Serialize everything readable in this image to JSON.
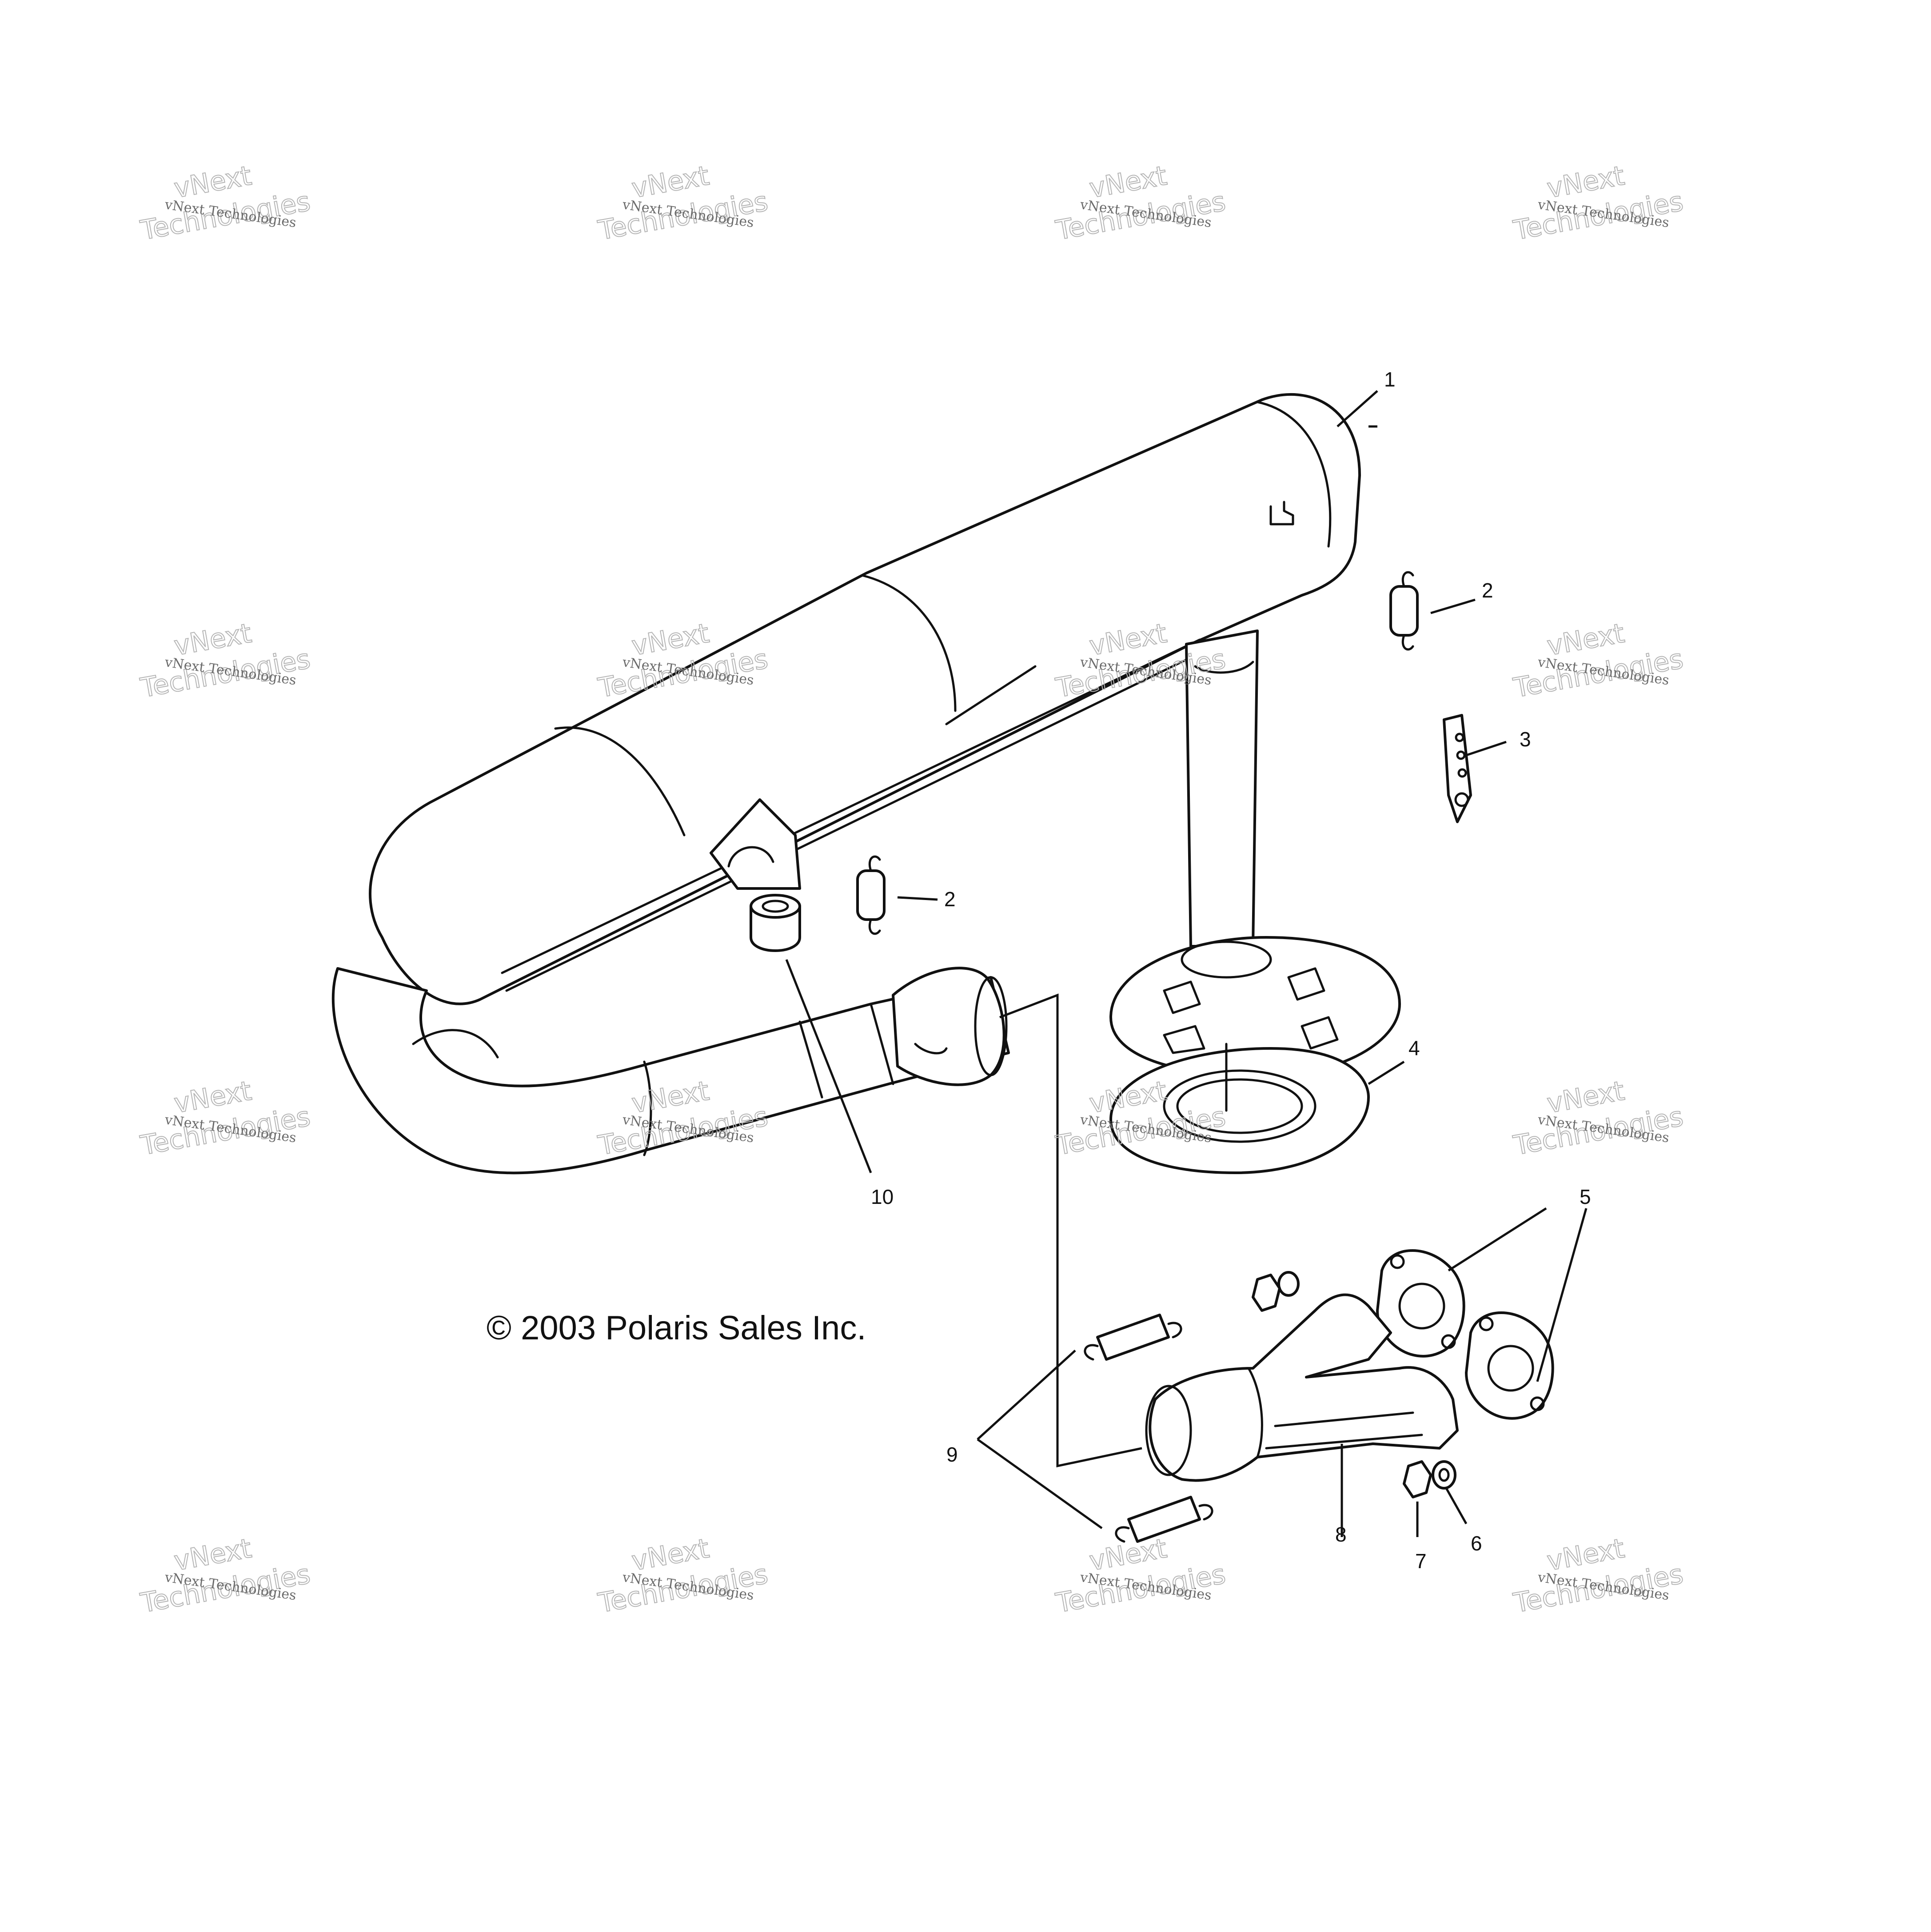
{
  "copyright": "© 2003 Polaris Sales Inc.",
  "watermark": {
    "text_small": "vNext Technologies",
    "text_large_line1": "vNext",
    "text_large_line2": "Technologies"
  },
  "callouts": [
    {
      "id": "1",
      "label": "1"
    },
    {
      "id": "2a",
      "label": "2"
    },
    {
      "id": "2b",
      "label": "2"
    },
    {
      "id": "3",
      "label": "3"
    },
    {
      "id": "4",
      "label": "4"
    },
    {
      "id": "5",
      "label": "5"
    },
    {
      "id": "6",
      "label": "6"
    },
    {
      "id": "7",
      "label": "7"
    },
    {
      "id": "8",
      "label": "8"
    },
    {
      "id": "9",
      "label": "9"
    },
    {
      "id": "10",
      "label": "10"
    }
  ],
  "colors": {
    "line": "#111111",
    "background": "#ffffff",
    "watermark": "#b5b5b5"
  }
}
